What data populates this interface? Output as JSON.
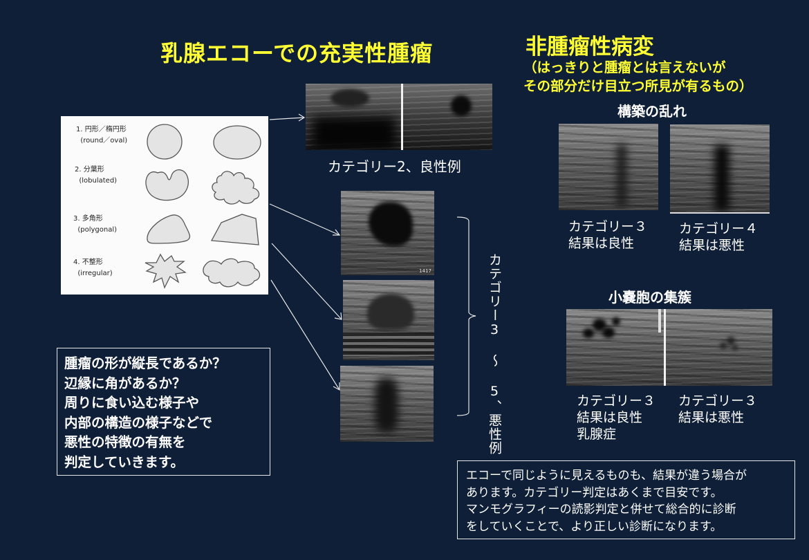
{
  "colors": {
    "background": "#0F1F38",
    "title_yellow": "#FFFF33",
    "text_white": "#FFFFFF",
    "border": "#E8E8E8"
  },
  "left_section": {
    "title": "乳腺エコーでの充実性腫瘤",
    "shape_diagram": {
      "rows": [
        {
          "number": "1.",
          "label_ja": "円形／楕円形",
          "label_en": "(round／oval)",
          "shapes": [
            "round-shape",
            "oval-shape"
          ]
        },
        {
          "number": "2.",
          "label_ja": "分葉形",
          "label_en": "(lobulated)",
          "shapes": [
            "lobulated-shape-1",
            "lobulated-shape-2"
          ]
        },
        {
          "number": "3.",
          "label_ja": "多角形",
          "label_en": "(polygonal)",
          "shapes": [
            "polygonal-shape-1",
            "polygonal-shape-2"
          ]
        },
        {
          "number": "4.",
          "label_ja": "不整形",
          "label_en": "(irregular)",
          "shapes": [
            "irregular-shape-1",
            "irregular-shape-2"
          ]
        }
      ]
    },
    "benign_caption": "カテゴリー2、良性例",
    "malignant_caption": "カテゴリー3 〜 5、悪性例",
    "malignant_image_label": "1417",
    "explanation_lines": [
      "腫瘤の形が縦長であるか？",
      "辺縁に角があるか？",
      "周りに食い込む様子や",
      "内部の構造の様子などで",
      "悪性の特徴の有無を",
      "判定していきます。"
    ]
  },
  "right_section": {
    "title": "非腫瘤性病変",
    "subtitle_lines": [
      "（はっきりと腫瘤とは言えないが",
      "その部分だけ目立つ所見が有るもの）"
    ],
    "architectural_distortion": {
      "heading": "構築の乱れ",
      "cases": [
        {
          "category": "カテゴリー３",
          "result": "結果は良性"
        },
        {
          "category": "カテゴリー４",
          "result": "結果は悪性"
        }
      ]
    },
    "cyst_cluster": {
      "heading": "小嚢胞の集簇",
      "cases": [
        {
          "category": "カテゴリー３",
          "result": "結果は良性",
          "diagnosis": "乳腺症"
        },
        {
          "category": "カテゴリー３",
          "result": "結果は悪性"
        }
      ]
    }
  },
  "note_lines": [
    "エコーで同じように見えるものも、結果が違う場合が",
    "あります。カテゴリー判定はあくまで目安です。",
    "マンモグラフィーの読影判定と併せて総合的に診断",
    "をしていくことで、より正しい診断になります。"
  ]
}
